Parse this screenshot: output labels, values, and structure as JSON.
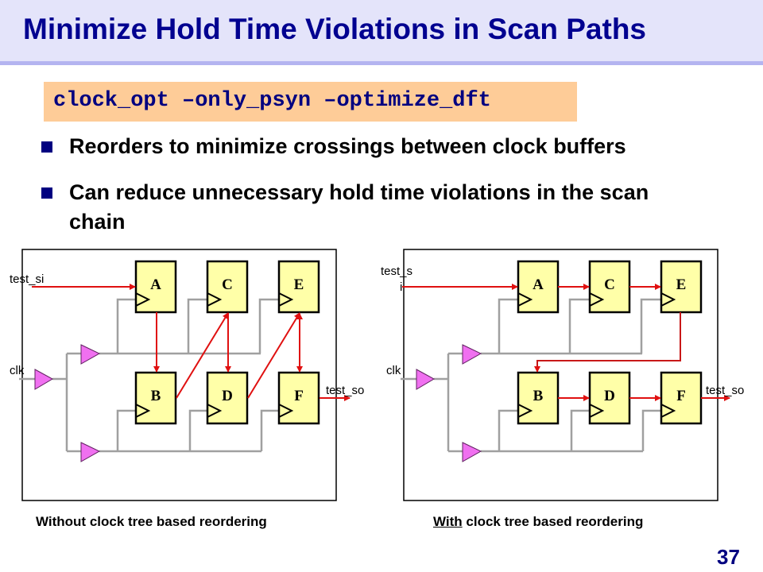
{
  "title": "Minimize Hold Time Violations in Scan Paths",
  "command": "clock_opt –only_psyn –optimize_dft",
  "bullets": [
    "Reorders to minimize crossings between clock buffers",
    "Can reduce unnecessary hold time violations in the scan chain"
  ],
  "diagram_left": {
    "test_si": "test_si",
    "clk": "clk",
    "test_so": "test_so",
    "flops": [
      "A",
      "C",
      "E",
      "B",
      "D",
      "F"
    ],
    "caption": "Without clock tree based reordering"
  },
  "diagram_right": {
    "test_si_a": "test_s",
    "test_si_b": "i",
    "clk": "clk",
    "test_so": "test_so",
    "flops": [
      "A",
      "C",
      "E",
      "B",
      "D",
      "F"
    ],
    "caption_underlined": "With",
    "caption_rest": " clock tree based reordering"
  },
  "page_number": "37",
  "colors": {
    "title": "#000090",
    "command_bg": "#fecc98",
    "flop_fill": "#ffffa8",
    "buffer_fill": "#f070f0",
    "scan_path": "#e01010",
    "clock_net": "#a0a0a0"
  }
}
